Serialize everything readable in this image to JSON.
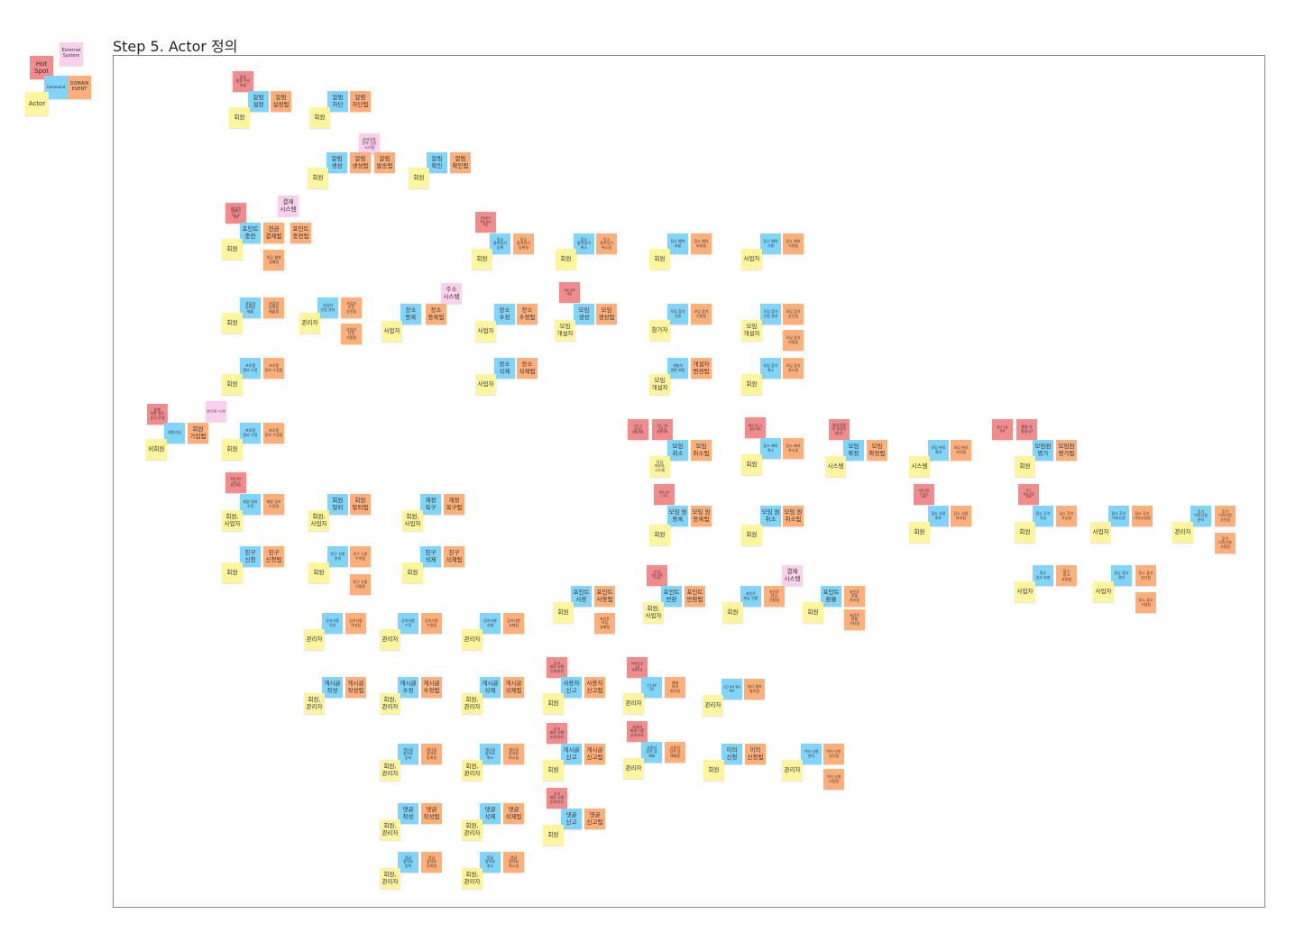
{
  "title": "Step 5. Actor 정의",
  "colors": {
    "actor": "#fff59d",
    "command": "#81d4fa",
    "event": "#ffb07a",
    "hotspot": "#f28b8b",
    "external": "#fbd0ec"
  },
  "legend": {
    "hotspot": "Hot\nSpot",
    "external": "External\nSystem",
    "command": "Command",
    "event": "DOMAIN\nEVENT",
    "actor": "Actor"
  },
  "notes": {
    "alarm_set_actor": "회원",
    "alarm_set_cmd": "알림\n설정",
    "alarm_set_evt": "알림\n설정됨",
    "alarm_set_hot": "알림\n종류·수신\n여부",
    "alarm_block_actor": "회원",
    "alarm_block_cmd": "알림\n차단",
    "alarm_block_evt": "알림\n차단됨",
    "alarm_create_actor": "회원",
    "alarm_create_cmd": "알림\n생성",
    "alarm_create_evt": "알림\n생성됨",
    "alarm_send_evt": "알림\n발송됨",
    "alarm_ext": "카카오톡\n문자 전송\n시스템",
    "alarm_check_actor": "회원",
    "alarm_check_cmd": "알림\n확인",
    "alarm_check_evt": "알림\n확인됨",
    "point_charge_actor": "회원",
    "point_charge_cmd": "포인트\n충전",
    "point_charge_evt1": "현금\n결제됨",
    "point_charge_evt2": "포인트\n충전됨",
    "point_charge_evt3": "현금 결제\n실패됨",
    "point_charge_hot": "충전단위\n결제방식\n한도 등\n정책",
    "pay_ext1": "결제\n시스템",
    "fav_actor": "회원",
    "fav_cmd": "장소\n즐겨찾기\n등록",
    "fav_evt": "장소\n즐겨찾기\n등록됨",
    "fav_hot": "즐겨찾기\n최대 개수\n제한",
    "fav_cancel_actor": "회원",
    "fav_cancel_cmd": "장소\n즐겨찾기\n취소",
    "fav_cancel_evt": "장소\n즐겨찾기\n취소됨",
    "resv_req_actor": "회원",
    "resv_req_cmd": "장소 예약\n요청",
    "resv_req_evt": "장소 예약\n요청됨",
    "resv_reject_actor": "사업자",
    "resv_reject_cmd": "장소 예약\n거절",
    "resv_reject_evt": "장소 예약\n거절됨",
    "biz_reg_actor": "회원",
    "biz_reg_cmd": "사업자\n등록증\n제출",
    "biz_reg_evt": "사업자\n등록증\n제출됨",
    "biz_approve_actor": "관리자",
    "biz_approve_cmd": "사업자\n인증 관리",
    "biz_approve_evt1": "사업자\n인증\n승인됨",
    "biz_approve_evt2": "사업자\n인증\n거절됨",
    "place_reg_actor": "사업자",
    "place_reg_cmd": "장소\n등록",
    "place_reg_evt": "장소\n등록됨",
    "addr_ext": "주소\n시스템",
    "place_mod_actor": "사업자",
    "place_mod_cmd": "장소\n수정",
    "place_mod_evt": "장소\n수정됨",
    "place_del_actor": "사업자",
    "place_del_cmd": "장소\n삭제",
    "place_del_evt": "장소\n삭제됨",
    "meet_create_actor": "모임\n개설자",
    "meet_create_cmd": "모임\n생성",
    "meet_create_evt": "모임\n생성됨",
    "meet_create_hot": "개설 정책\n제한",
    "join_req_actor": "참가자",
    "join_req_cmd": "모임 참가\n신청",
    "join_req_evt": "모임 참가\n신청됨",
    "join_mgmt_actor": "모임\n개설자",
    "join_mgmt_cmd": "모임 참가\n신청 관리",
    "join_mgmt_evt1": "모임 참가\n승인됨",
    "join_mgmt_evt2": "모임 참가\n거절됨",
    "owner_change_actor": "모임\n개설자",
    "owner_change_cmd": "개설자\n권한 위임",
    "owner_change_evt": "개설자\n변경됨",
    "join_cancel_actor": "회원",
    "join_cancel_cmd": "모임 참가\n취소",
    "join_cancel_evt": "모임 참가\n취소됨",
    "profile_actor": "회원",
    "profile_cmd": "프로필\n정보 수정",
    "profile_evt": "프로필\n정보 수정됨",
    "signup_actor": "비회원",
    "signup_cmd": "회원가입",
    "signup_evt": "회원\n가입됨",
    "signup_hot": "정책,\n약관 필수\n순서 안내",
    "signup_ext": "본인인증 시스템",
    "member_edit_actor": "회원,\n사업자",
    "member_edit_cmd": "회원 정보\n수정",
    "member_edit_evt": "회원 정보\n수정됨",
    "member_edit_hot": "회원 정보\n수정 시\n본인 확인",
    "withdraw_actor": "회원,\n사업자",
    "withdraw_cmd": "회원\n탈퇴",
    "withdraw_evt": "회원\n탈퇴됨",
    "recover_actor": "회원,\n사업자",
    "recover_cmd": "계정\n복구",
    "recover_evt": "계정\n복구됨",
    "friend_req_actor": "회원",
    "friend_req_cmd": "친구\n신청",
    "friend_req_evt": "친구\n신청됨",
    "friend_mgmt_actor": "회원",
    "friend_mgmt_cmd": "친구 신청\n관리",
    "friend_mgmt_evt1": "친구 신청\n수락됨",
    "friend_mgmt_evt2": "친구 신청\n거절됨",
    "friend_del_actor": "회원",
    "friend_del_cmd": "친구\n삭제",
    "friend_del_evt": "친구\n삭제됨",
    "notice_write_actor": "관리자",
    "notice_write_cmd": "공지사항\n작성",
    "notice_write_evt": "공지사항\n작성됨",
    "notice_mod_actor": "관리자",
    "notice_mod_cmd": "공지사항\n수정",
    "notice_mod_evt": "공지사항\n수정됨",
    "notice_del_actor": "관리자",
    "notice_del_cmd": "공지사항\n삭제",
    "notice_del_evt": "공지사항\n삭제됨",
    "post_write_actor": "회원,\n관리자",
    "post_write_cmd": "게시글\n작성",
    "post_write_evt": "게시글\n작성됨",
    "post_mod_actor": "회원,\n관리자",
    "post_mod_cmd": "게시글\n수정",
    "post_mod_evt": "게시글\n수정됨",
    "post_del_actor": "회원,\n관리자",
    "post_del_cmd": "게시글\n삭제",
    "post_del_evt": "게시글\n삭제됨",
    "post_like_actor": "회원,\n관리자",
    "post_like_cmd": "게시글\n좋아요\n등록",
    "post_like_evt": "게시글\n좋아요\n등록됨",
    "post_unlike_actor": "회원,\n관리자",
    "post_unlike_cmd": "게시글\n좋아요\n취소",
    "post_unlike_evt": "게시글\n좋아요\n취소됨",
    "comment_write_actor": "회원,\n관리자",
    "comment_write_cmd": "댓글\n작성",
    "comment_write_evt": "댓글\n작성됨",
    "comment_del_actor": "회원,\n관리자",
    "comment_del_cmd": "댓글\n삭제",
    "comment_del_evt": "댓글\n삭제됨",
    "comment_like_actor": "회원,\n관리자",
    "comment_like_cmd": "댓글\n좋아요\n등록",
    "comment_like_evt": "댓글\n좋아요\n등록됨",
    "comment_unlike_actor": "회원,\n관리자",
    "comment_unlike_cmd": "댓글\n좋아요\n취소",
    "comment_unlike_evt": "댓글\n좋아요\n취소됨",
    "meet_cancel_actor": "모임\n개설자,\n시스템",
    "meet_cancel_cmd": "모임\n취소",
    "meet_cancel_evt": "모임\n취소됨",
    "meet_cancel_hot1": "취소 시\n참가자\n알림 발송",
    "meet_cancel_hot2": "취소 가능\n기한 및\n환불 정책",
    "resv_cancel_actor": "회원",
    "resv_cancel_cmd": "장소 예약\n취소",
    "resv_cancel_evt": "장소 예약\n취소됨",
    "resv_cancel_hot": "예약 취소 시\n환불 정책",
    "meet_confirm_actor": "시스템",
    "meet_confirm_cmd": "모임\n확정",
    "meet_confirm_evt": "모임\n확정됨",
    "meet_confirm_hot": "최소인원\n미 달성시\n처리?",
    "meet_done_actor": "시스템",
    "meet_done_cmd": "모임 완료\n처리",
    "meet_done_evt": "모임 완료\n처리됨",
    "meet_rate_actor": "회원",
    "meet_rate_cmd": "모임원\n평가",
    "meet_rate_evt": "모임원\n평가됨",
    "meet_rate_hot1": "평가 기준\n정책",
    "meet_rate_hot2": "평점 산\n정방식?",
    "meet_join_actor": "회원",
    "meet_join_cmd": "모임 원\n등록",
    "meet_join_evt": "모임 원\n등록됨",
    "meet_join_hot": "정원 초과\n시 대기",
    "meet_leave_actor": "회원",
    "meet_leave_cmd": "모임 원\n취소",
    "meet_leave_evt": "모임 원\n취소됨",
    "use_done_actor": "회원",
    "use_done_cmd": "장소 사용\n완료",
    "use_done_evt": "장소 사용\n완료됨",
    "use_done_hot": "사용 완료\n후 정산\n처리",
    "review_actor": "회원",
    "review_cmd": "장소 후기\n작성",
    "review_evt": "장소 후기\n작성됨",
    "review_hot": "후기\n작성 기한\n정책",
    "review_report_actor": "사업자",
    "review_report_cmd": "장소 후기\n이의신청",
    "review_report_evt": "장소 후기\n이의신청됨",
    "review_mgmt_actor": "관리자",
    "review_mgmt_cmd": "후기\n이의신청\n관리",
    "review_mgmt_evt1": "후기\n이의신청\n승인됨",
    "review_mgmt_evt2": "후기\n이의신청\n거절됨",
    "ad_req_actor": "사업자",
    "ad_req_cmd": "장소\n광고 요청",
    "ad_req_evt": "장소\n광고\n요청됨",
    "ad_mgmt_actor": "사업자",
    "ad_mgmt_cmd": "장소 광고\n관리",
    "ad_mgmt_evt1": "장소 광고\n승인됨",
    "ad_mgmt_evt2": "장소 광고\n거절됨",
    "point_use_actor": "회원",
    "point_use_cmd": "포인트\n사용",
    "point_use_evt1": "포인트\n사용됨",
    "point_use_evt2": "포인트\n차감\n실패됨",
    "point_return_actor": "회원,\n사업자",
    "point_return_cmd": "포인트\n반환",
    "point_return_evt": "포인트\n반환됨",
    "point_return_hot": "포인트\n반환 정책\n수수료",
    "point_conv_actor": "회원",
    "point_conv_cmd": "포인트\n현금 전환",
    "point_conv_evt": "포인트\n현금\n전환됨",
    "pay_ext2": "결제\n시스템",
    "refund_actor": "회원",
    "refund_cmd": "포인트\n환불",
    "refund_evt1": "포인트\n환불\n처리됨",
    "refund_evt2": "포인트\n환불\n거부됨",
    "user_report_actor": "회원",
    "user_report_cmd": "사용자\n신고",
    "user_report_evt": "사용자\n신고됨",
    "user_report_hot": "신고\n세부 사항\n논의하기",
    "report_proc_actor": "관리자",
    "report_proc_cmd": "신고내용\n검토",
    "report_proc_evt": "제재\n처리\n완료됨",
    "report_proc_hot": "블랙리스트\n기준\n정해야 함",
    "report_notify_actor": "관리자",
    "report_notify_cmd": "신고 처리 결과\n통보",
    "report_notify_evt": "처리 결과\n통보됨",
    "post_report_actor": "회원",
    "post_report_cmd": "게시글\n신고",
    "post_report_evt": "게시글\n신고됨",
    "post_report_hot": "신고\n세부 사항\n논의하기",
    "sanction_actor": "관리자",
    "sanction_cmd": "사용자\n정지 및\n해제",
    "sanction_evt": "사용자\n정지 및\n해제됨",
    "sanction_hot": "사용자\n제재 기준\n논의하기",
    "appeal_actor": "회원",
    "appeal_cmd": "이의\n신청",
    "appeal_evt": "이의\n신청됨",
    "appeal_mgmt_actor": "관리자",
    "appeal_mgmt_cmd": "이의 신청\n관리",
    "appeal_mgmt_evt1": "이의 신청\n승인됨",
    "appeal_mgmt_evt2": "이의 신청\n거절됨",
    "comment_report_actor": "회원",
    "comment_report_cmd": "댓글\n신고",
    "comment_report_evt": "댓글\n신고됨",
    "comment_report_hot": "신고\n세부 사항\n논의하기"
  }
}
